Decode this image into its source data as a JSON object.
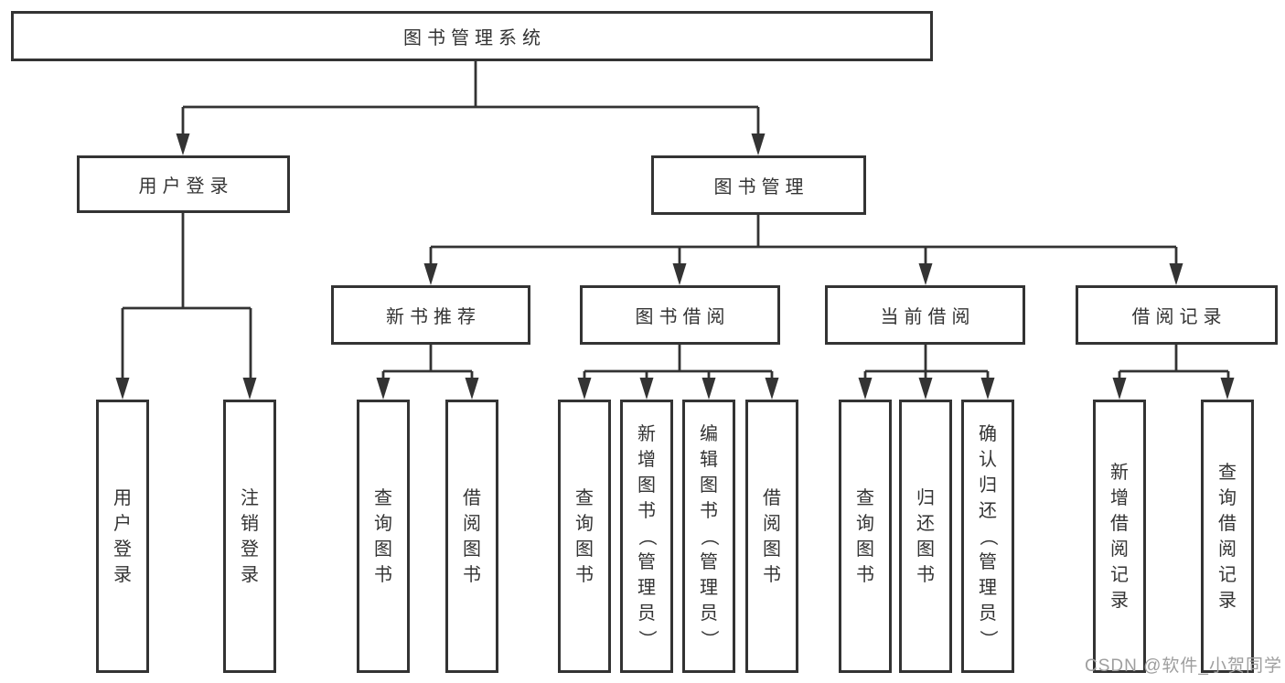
{
  "diagram": {
    "root": {
      "label": "图书管理系统"
    },
    "level2": {
      "user_login": {
        "label": "用户登录"
      },
      "book_management": {
        "label": "图书管理"
      }
    },
    "level3": {
      "new_book_recommend": {
        "label": "新书推荐"
      },
      "book_borrow": {
        "label": "图书借阅"
      },
      "current_borrow": {
        "label": "当前借阅"
      },
      "borrow_records": {
        "label": "借阅记录"
      }
    },
    "leaves": {
      "user_login": {
        "label": "用户登录"
      },
      "logout": {
        "label": "注销登录"
      },
      "nb_query_books": {
        "label": "查询图书"
      },
      "nb_borrow_books": {
        "label": "借阅图书"
      },
      "bw_query_books": {
        "label": "查询图书"
      },
      "bw_add_books": {
        "label": "新增图书（管理员）"
      },
      "bw_edit_books": {
        "label": "编辑图书（管理员）"
      },
      "bw_borrow_books": {
        "label": "借阅图书"
      },
      "cur_query_books": {
        "label": "查询图书"
      },
      "cur_return_books": {
        "label": "归还图书"
      },
      "cur_confirm_return": {
        "label": "确认归还（管理员）"
      },
      "rec_add_record": {
        "label": "新增借阅记录"
      },
      "rec_query_record": {
        "label": "查询借阅记录"
      }
    }
  },
  "watermark_text": "CSDN @软件_小贺同学",
  "colors": {
    "line": "#333333",
    "border": "#333333",
    "text": "#333333",
    "background": "#ffffff",
    "watermark": "#9e9e9e"
  }
}
